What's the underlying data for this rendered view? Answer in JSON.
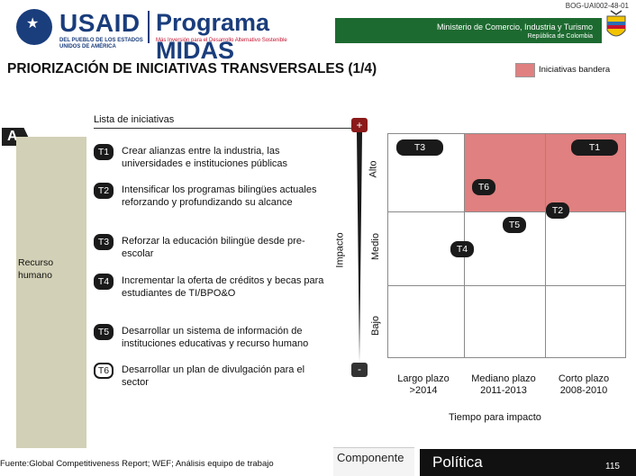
{
  "header": {
    "doc_code": "BOG-UAI002-48-01",
    "usaid": "USAID",
    "usaid_sub": "DEL PUEBLO DE LOS ESTADOS UNIDOS DE AMÉRICA",
    "program": "Programa MIDAS",
    "program_sub": "Más Inversión para el Desarrollo Alternativo Sostenible",
    "ministry": "Ministerio de Comercio, Industria y Turismo",
    "republic": "República de Colombia"
  },
  "title": "PRIORIZACIÓN DE INICIATIVAS TRANSVERSALES (1/4)",
  "legend": {
    "label": "Iniciativas bandera",
    "color": "#e08080"
  },
  "section_badge": "A",
  "list_title": "Lista de iniciativas",
  "sidebar_label": "Recurso humano",
  "initiatives": [
    {
      "code": "T1",
      "text": "Crear alianzas entre la industria, las universidades e instituciones públicas"
    },
    {
      "code": "T2",
      "text": "Intensificar los programas bilingües actuales reforzando y profundizando su alcance"
    },
    {
      "code": "T3",
      "text": "Reforzar la educación bilingüe desde pre-escolar"
    },
    {
      "code": "T4",
      "text": "Incrementar la oferta de créditos y becas para estudiantes de TI/BPO&O"
    },
    {
      "code": "T5",
      "text": "Desarrollar un sistema de información de instituciones educativas y recurso humano"
    },
    {
      "code": "T6",
      "text": "Desarrollar un plan de divulgación para el sector"
    }
  ],
  "matrix": {
    "impact_label": "Impacto",
    "plus": "+",
    "minus": "-",
    "y_levels": [
      "Alto",
      "Medio",
      "Bajo"
    ],
    "x_levels": [
      {
        "name": "Largo plazo",
        "range": ">2014"
      },
      {
        "name": "Mediano plazo",
        "range": "2011-2013"
      },
      {
        "name": "Corto plazo",
        "range": "2008-2010"
      }
    ],
    "x_title": "Tiempo para impacto",
    "markers": [
      "T3",
      "T1",
      "T6",
      "T2",
      "T5",
      "T4"
    ]
  },
  "footer": {
    "source": "Fuente:Global Competitiveness Report; WEF; Análisis equipo de trabajo",
    "component": "Componente",
    "component_value": "Política",
    "page": "115"
  }
}
